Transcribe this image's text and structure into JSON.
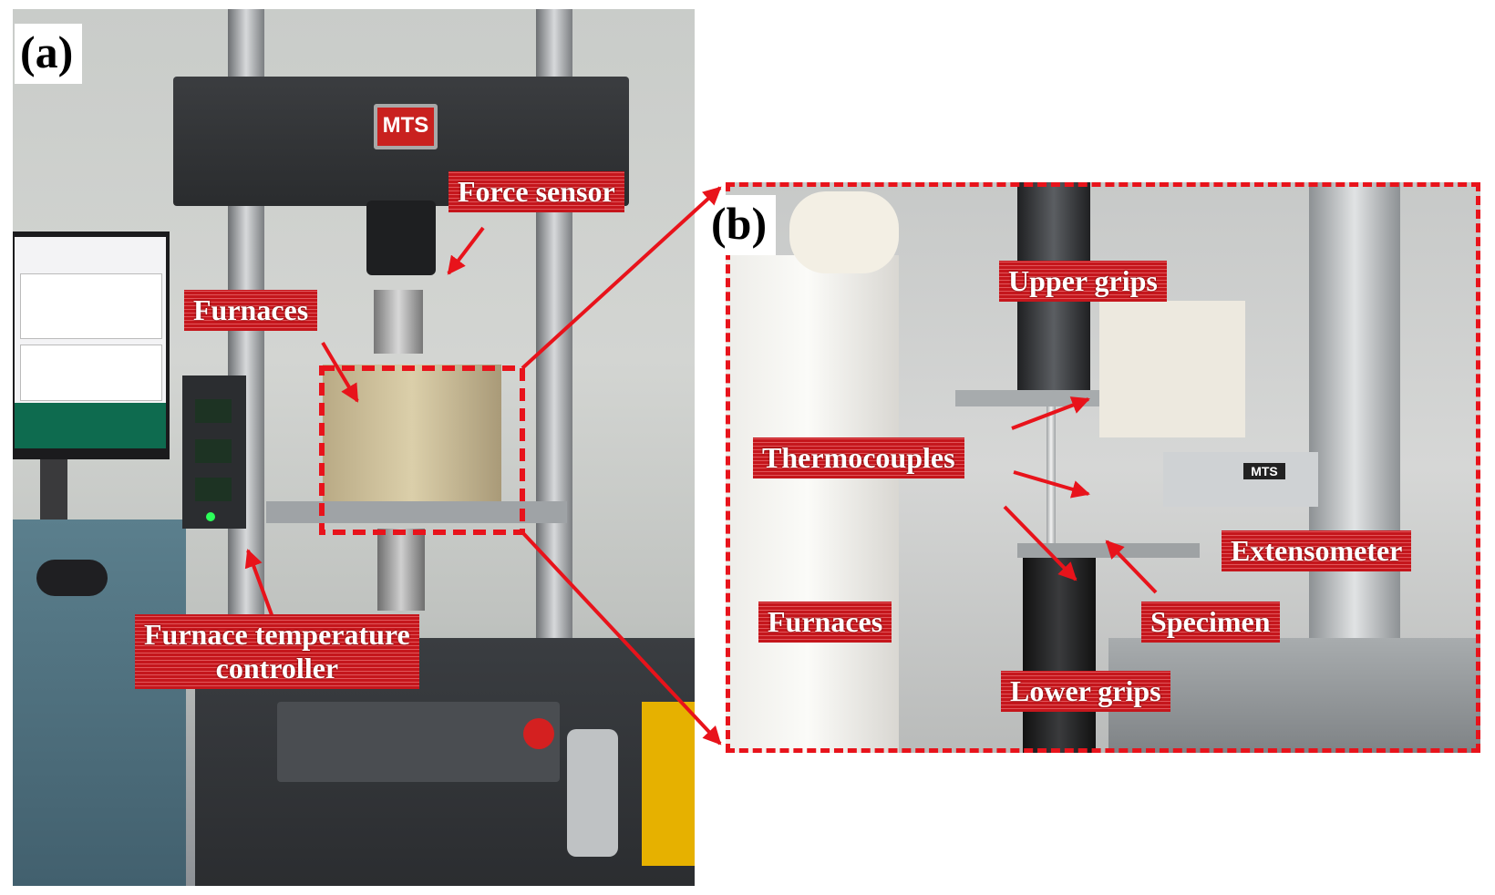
{
  "panel_a": {
    "letter": "(a)",
    "brand_badge": "MTS",
    "labels": {
      "force_sensor": "Force sensor",
      "furnaces": "Furnaces",
      "furnace_temperature_controller": "Furnace temperature\ncontroller"
    }
  },
  "panel_b": {
    "letter": "(b)",
    "brand_badge": "MTS",
    "labels": {
      "upper_grips": "Upper grips",
      "thermocouples": "Thermocouples",
      "extensometer": "Extensometer",
      "furnaces": "Furnaces",
      "specimen": "Specimen",
      "lower_grips": "Lower grips"
    }
  },
  "colors": {
    "annotation_red": "#e8131b",
    "label_background": "#c5161c"
  }
}
